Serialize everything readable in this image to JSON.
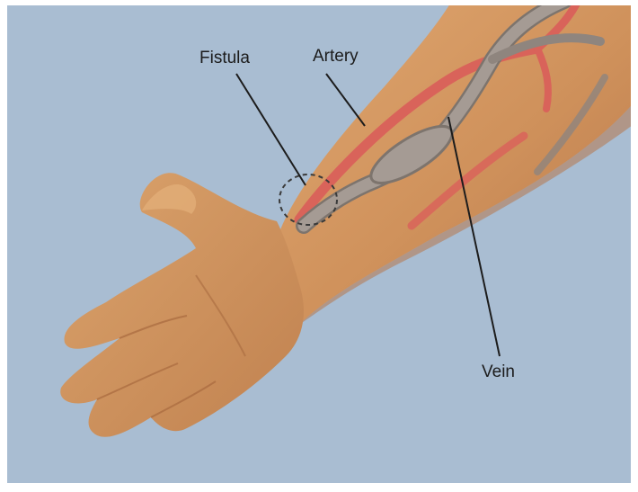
{
  "labels": {
    "fistula": "Fistula",
    "artery": "Artery",
    "vein": "Vein"
  },
  "colors": {
    "background": "#a9bdd2",
    "skin": "#d0935f",
    "skin_shadow": "#b7774a",
    "artery": "#d9635a",
    "vein": "#a59b94",
    "vein_outline": "#7d746d",
    "leader_line": "#1c1c1c"
  },
  "icons": {
    "fistula_marker": "dashed-circle-icon"
  }
}
